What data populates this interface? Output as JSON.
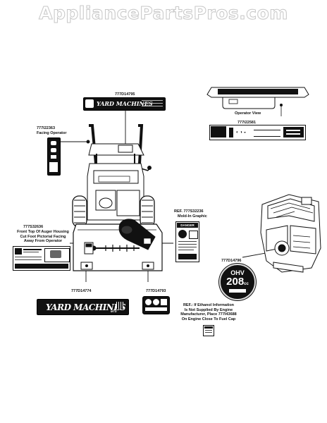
{
  "watermark": "AppliancePartsPros.com",
  "parts": {
    "top_decal": "777D14795",
    "facing_operator": "777I22363",
    "facing_operator_label": "Facing Operator",
    "dash_panel": "777I22581",
    "dash_view_label": "Operator View",
    "auger_housing": "777S32636",
    "auger_housing_note": [
      "Front Top Of Auger Housing",
      "Cut Foot Pictorial Facing",
      "Away From Operator"
    ],
    "mold_in_ref": "REF. 777S32236",
    "mold_in_label": "Mold-In Graphic",
    "engine_decal": "777D14796",
    "brand_decal": "777D14774",
    "small_decal": "777D14793",
    "ethanol_note": [
      "REF.: If Ethanol Information",
      "Is Not Supplied By Engine",
      "Manufacturer, Place 777I43688",
      "On Engine Close To Fuel Cap"
    ]
  },
  "graphics": {
    "brand_text": "YARD MACHINES",
    "brand_sub": "MTD",
    "danger_text": "DANGER",
    "ohv_text": "OHV",
    "cc_value": "208",
    "cc_unit": "cc"
  }
}
